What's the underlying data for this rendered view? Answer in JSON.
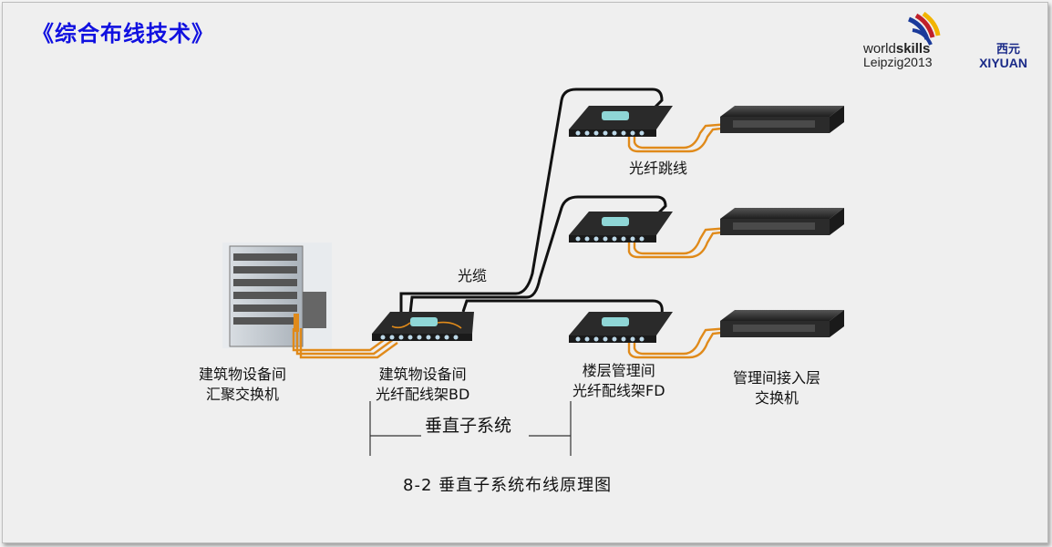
{
  "slide": {
    "title": "《综合布线技术》",
    "caption": "8-2 垂直子系统布线原理图"
  },
  "logo": {
    "worldskills_line1_a": "world",
    "worldskills_line1_b": "skills",
    "worldskills_line2": "Leipzig2013",
    "brand_cn": "西元",
    "brand_en": "XIYUAN",
    "icon": "worldskills-ribbon-icon"
  },
  "diagram": {
    "labels": {
      "fiber_jumper": "光纤跳线",
      "optical_cable": "光缆",
      "bd_line1": "建筑物设备间",
      "bd_line2": "光纤配线架BD",
      "agg_line1": "建筑物设备间",
      "agg_line2": "汇聚交换机",
      "fd_line1": "楼层管理间",
      "fd_line2": "光纤配线架FD",
      "access_line1": "管理间接入层",
      "access_line2": "交换机",
      "vertical_subsystem": "垂直子系统"
    },
    "colors": {
      "fiber_orange": "#e08a1a",
      "cable_black": "#111111",
      "title_blue": "#1010e0",
      "panel_dark": "#2a2a2a"
    }
  }
}
